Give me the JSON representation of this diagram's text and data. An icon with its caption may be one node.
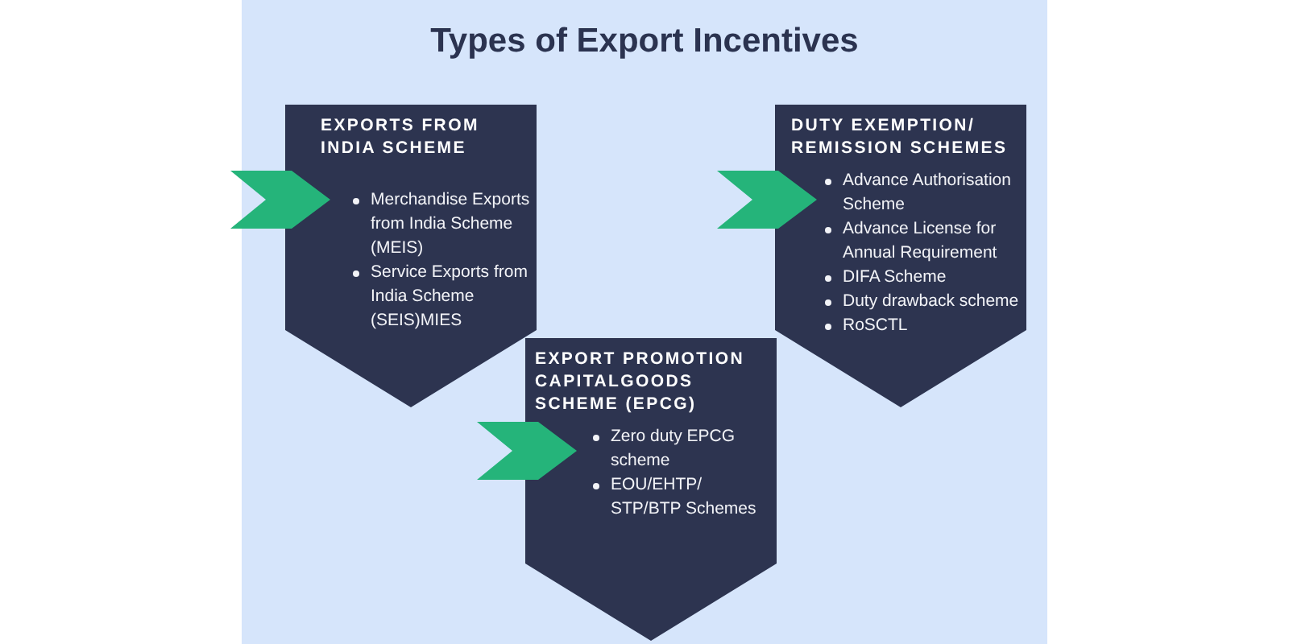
{
  "diagram": {
    "title": "Types of Export Incentives",
    "nodes": [
      {
        "text": [
          "EXPORTS FROM INDIA SCHEME",
          "Merchandise Exports from India Scheme (MEIS)",
          "Service Exports from India Scheme (SEIS)MIES"
        ]
      },
      {
        "text": [
          "DUTY EXEMPTION/ REMISSION SCHEMES",
          "Advance Authorisation Scheme",
          "Advance License for Annual Requirement",
          "DIFA Scheme",
          "Duty drawback scheme",
          "RoSCTL"
        ]
      },
      {
        "text": [
          "EXPORT PROMOTION CAPITALGOODS SCHEME (EPCG)",
          "Zero duty EPCG scheme",
          "EOU/EHTP/ STP/BTP Schemes"
        ]
      }
    ],
    "edges": []
  }
}
